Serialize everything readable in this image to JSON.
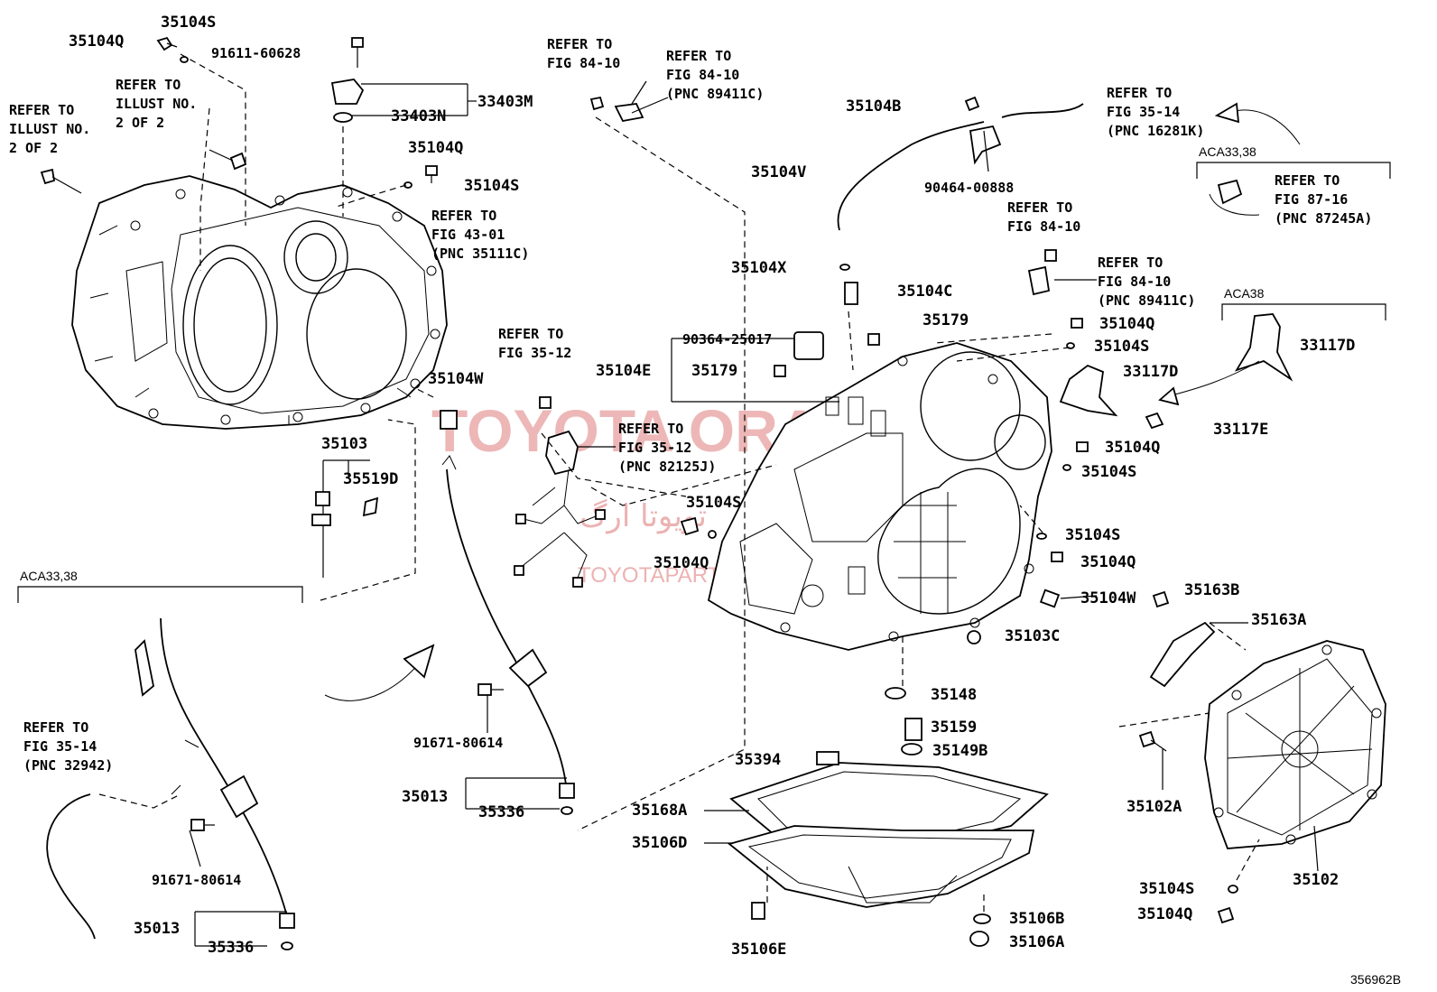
{
  "watermark": {
    "brand": "TOYOTA ORAMC",
    "site": "TOYOTAPARTS.IR",
    "persian": "تویوتا ارگ"
  },
  "figure_id": "356962B",
  "variants": {
    "left": "ACA33,38",
    "right": "ACA33,38",
    "right2": "ACA38"
  },
  "labels": {
    "p35104Q_a": "35104Q",
    "p35104S_a": "35104S",
    "p91611": "91611-60628",
    "p33403M": "33403M",
    "p33403N": "33403N",
    "p35104Q_b": "35104Q",
    "p35104S_b": "35104S",
    "p35104W_a": "35104W",
    "p35103": "35103",
    "p35519D": "35519D",
    "p91671_a": "91671-80614",
    "p35013_a": "35013",
    "p35336_a": "35336",
    "p91671_b": "91671-80614",
    "p35013_b": "35013",
    "p35336_b": "35336",
    "p35104B": "35104B",
    "p35104V": "35104V",
    "p90464": "90464-00888",
    "p35104X": "35104X",
    "p35104C": "35104C",
    "p35179_a": "35179",
    "p90364": "90364-25017",
    "p35104E": "35104E",
    "p35179_b": "35179",
    "p35104Q_c": "35104Q",
    "p35104S_c": "35104S",
    "p33117D_a": "33117D",
    "p33117D_b": "33117D",
    "p33117E": "33117E",
    "p35104Q_d": "35104Q",
    "p35104S_d": "35104S",
    "p35104S_e": "35104S",
    "p35104Q_e": "35104Q",
    "p35104S_f": "35104S",
    "p35104Q_f": "35104Q",
    "p35104W_b": "35104W",
    "p35163B": "35163B",
    "p35163A": "35163A",
    "p35103C": "35103C",
    "p35148": "35148",
    "p35159": "35159",
    "p35149B": "35149B",
    "p35394": "35394",
    "p35168A": "35168A",
    "p35106D": "35106D",
    "p35106B": "35106B",
    "p35106E": "35106E",
    "p35106A": "35106A",
    "p35102A": "35102A",
    "p35102": "35102",
    "p35104S_g": "35104S",
    "p35104Q_g": "35104Q"
  },
  "notes": {
    "illust_l1": "REFER TO",
    "illust_l2": "ILLUST NO.",
    "illust_l3": "2 OF 2",
    "illust_r1": "REFER TO",
    "illust_r2": "ILLUST NO.",
    "illust_r3": "2 OF 2",
    "f4301_1": "REFER TO",
    "f4301_2": "FIG 43-01",
    "f4301_3": "(PNC 35111C)",
    "f8410a_1": "REFER TO",
    "f8410a_2": "FIG 84-10",
    "f8410b_1": "REFER TO",
    "f8410b_2": "FIG 84-10",
    "f8410b_3": "(PNC 89411C)",
    "f3514a_1": "REFER TO",
    "f3514a_2": "FIG 35-14",
    "f3514a_3": "(PNC 16281K)",
    "f8716_1": "REFER TO",
    "f8716_2": "FIG 87-16",
    "f8716_3": "(PNC 87245A)",
    "f8410c_1": "REFER TO",
    "f8410c_2": "FIG 84-10",
    "f8410d_1": "REFER TO",
    "f8410d_2": "FIG 84-10",
    "f8410d_3": "(PNC 89411C)",
    "f3512a_1": "REFER TO",
    "f3512a_2": "FIG 35-12",
    "f3512b_1": "REFER TO",
    "f3512b_2": "FIG 35-12",
    "f3512b_3": "(PNC 82125J)",
    "f3514b_1": "REFER TO",
    "f3514b_2": "FIG 35-14",
    "f3514b_3": "(PNC 32942)"
  }
}
